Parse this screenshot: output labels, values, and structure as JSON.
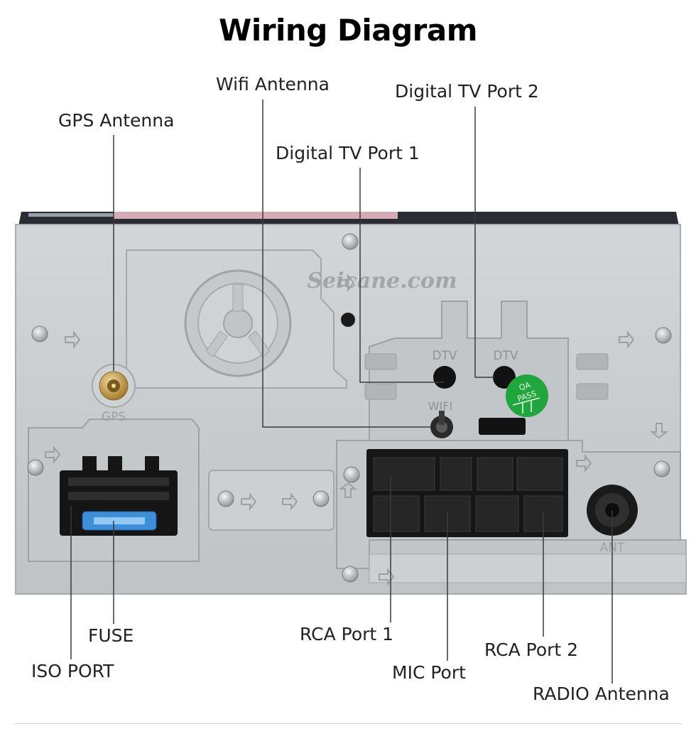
{
  "title": "Wiring Diagram",
  "watermark": "Seicane.com",
  "panel_markings": {
    "gps": "GPS",
    "dtv_1": "DTV",
    "dtv_2": "DTV",
    "wifi": "WIFI",
    "ant": "ANT",
    "qa_line1": "QA",
    "qa_line2": "PASS"
  },
  "callouts": {
    "wifi_antenna": "Wifi Antenna",
    "digital_tv_port_2": "Digital TV Port 2",
    "gps_antenna": "GPS Antenna",
    "digital_tv_port_1": "Digital TV Port 1",
    "fuse": "FUSE",
    "iso_port": "ISO PORT",
    "rca_port_1": "RCA Port 1",
    "mic_port": "MIC Port",
    "rca_port_2": "RCA Port 2",
    "radio_antenna": "RADIO Antenna"
  },
  "colors": {
    "panel": "#c9cccf",
    "panel_edge": "#a9adb1",
    "connector": "#1b1b1b",
    "gps_gold": "#c9a24a",
    "fuse_blue": "#3d8fd8",
    "qa_green": "#1fa63c",
    "leader": "#3a3a3a"
  }
}
